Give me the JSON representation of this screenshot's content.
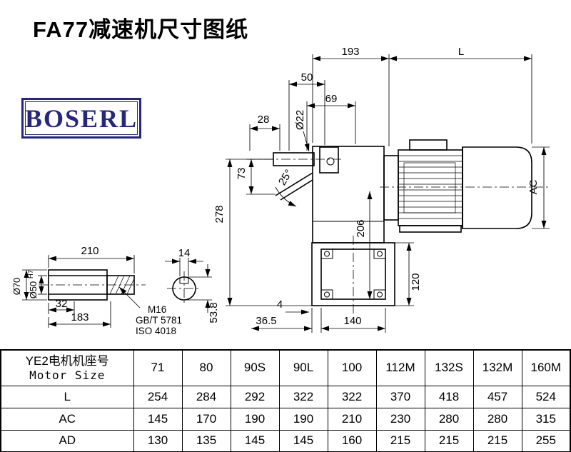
{
  "title": "FA77减速机尺寸图纸",
  "logo": {
    "text": "BOSERL",
    "color": "#26267e"
  },
  "dims": {
    "d193": "193",
    "dL": "L",
    "d50": "50",
    "d69": "69",
    "d28": "28",
    "phi22": "Ø22",
    "d73": "73",
    "angle25": "25°",
    "d278": "278",
    "d206": "206",
    "dAC": "AC",
    "d120": "120",
    "d4": "4",
    "d36_5": "36.5",
    "d140": "140",
    "d210": "210",
    "phi70": "Ø70",
    "phi50": "Ø50",
    "phi50_tol": "H7",
    "d32": "32",
    "d183": "183",
    "m16": "M16",
    "std_gb": "GB/T 5781",
    "std_iso": "ISO 4018",
    "d14": "14",
    "d53_8": "53.8"
  },
  "table": {
    "header_cn": "YE2电机机座号",
    "header_en": "Motor Size",
    "columns": [
      "71",
      "80",
      "90S",
      "90L",
      "100",
      "112M",
      "132S",
      "132M",
      "160M"
    ],
    "rows": [
      {
        "label": "L",
        "values": [
          "254",
          "284",
          "292",
          "322",
          "322",
          "370",
          "418",
          "457",
          "524"
        ]
      },
      {
        "label": "AC",
        "values": [
          "145",
          "170",
          "190",
          "190",
          "210",
          "230",
          "280",
          "280",
          "315"
        ]
      },
      {
        "label": "AD",
        "values": [
          "130",
          "135",
          "145",
          "145",
          "160",
          "215",
          "215",
          "215",
          "255"
        ]
      }
    ]
  }
}
